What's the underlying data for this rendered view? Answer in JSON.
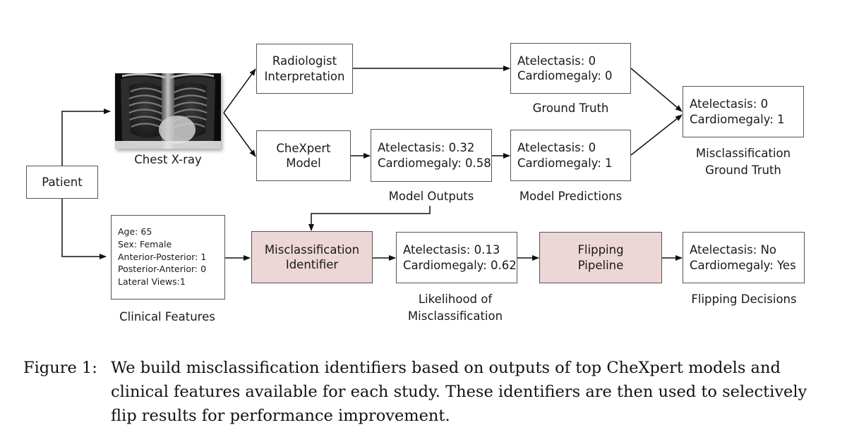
{
  "diagram": {
    "nodes": {
      "patient": "Patient",
      "radiologist": [
        "Radiologist",
        "Interpretation"
      ],
      "chexpert": [
        "CheXpert",
        "Model"
      ],
      "ground_truth_box": [
        "Atelectasis: 0",
        "Cardiomegaly: 0"
      ],
      "model_outputs_box": [
        "Atelectasis: 0.32",
        "Cardiomegaly: 0.58"
      ],
      "model_predictions_box": [
        "Atelectasis: 0",
        "Cardiomegaly: 1"
      ],
      "misclass_gt_box": [
        "Atelectasis: 0",
        "Cardiomegaly: 1"
      ],
      "clinical_box": [
        "Age: 65",
        "Sex: Female",
        "Anterior-Posterior: 1",
        "Posterior-Anterior: 0",
        "Lateral Views:1"
      ],
      "identifier": [
        "Misclassification",
        "Identifier"
      ],
      "likelihood_box": [
        "Atelectasis: 0.13",
        "Cardiomegaly: 0.62"
      ],
      "flipping_pipeline": [
        "Flipping",
        "Pipeline"
      ],
      "decisions_box": [
        "Atelectasis: No",
        "Cardiomegaly: Yes"
      ]
    },
    "labels": {
      "chest_xray": "Chest X-ray",
      "ground_truth": "Ground Truth",
      "misclass_gt": [
        "Misclassification",
        "Ground Truth"
      ],
      "model_outputs": "Model Outputs",
      "model_predictions": "Model Predictions",
      "clinical_features": "Clinical Features",
      "likelihood": [
        "Likelihood of",
        "Misclassification"
      ],
      "flipping_decisions": "Flipping Decisions"
    },
    "colors": {
      "highlight": "#ecd6d6",
      "border": "#555555"
    }
  },
  "caption": {
    "label": "Figure 1:",
    "text": "We build misclassification identifiers based on outputs of top CheXpert models and clinical features available for each study. These identifiers are then used to selectively flip results for performance improvement."
  }
}
